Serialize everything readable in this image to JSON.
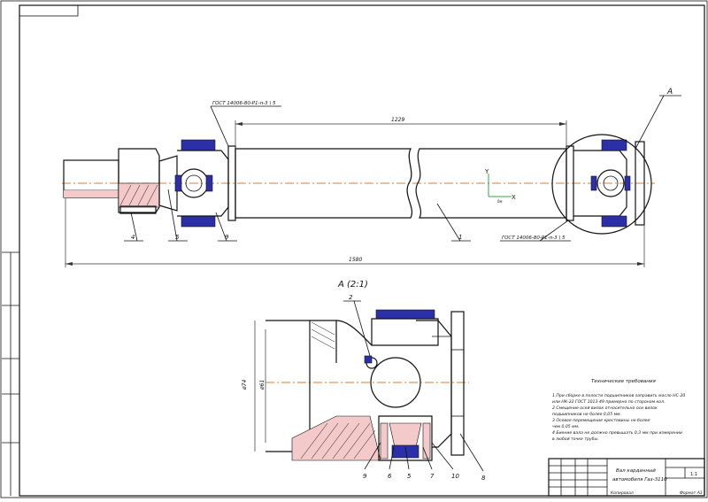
{
  "drawing": {
    "gost_callout_top": "ГОСТ 14006-80-Р1-п-3 \\ 5",
    "gost_callout_bottom": "ГОСТ 14006-80-Р1-п-3 \\ 5",
    "view_label": "А",
    "detail_title": "А (2:1)",
    "dim_top": "1229",
    "dim_overall": "1580",
    "dim_d74": "ø74",
    "dim_d61": "ø61",
    "coord_x": "X",
    "coord_y": "Y",
    "coord_o": "0м",
    "callouts_main": [
      "4",
      "5",
      "9",
      "1"
    ],
    "callouts_detail": [
      "2",
      "9",
      "6",
      "5",
      "7",
      "10",
      "8"
    ]
  },
  "tech_requirements": {
    "title": "Технические требования",
    "lines": [
      "1 При сборке в полости подшипников заправить масло НС-20",
      "или НК-22 ГОСТ 1013-49 примерно по сторонам кол.",
      "2 Смещение осей вилок относительно оси вилок",
      "подшипников не более 0,05 мм.",
      "3 Осевое перемещение крестовины не более",
      "чем 0,05 мм.",
      "4 Биение вала не должно превышать 0,3 мм при измерении",
      "в любой точке трубы."
    ]
  },
  "title_block": {
    "name_line1": "Вал карданный",
    "name_line2": "автомобиля Газ-3110",
    "sheet": "1:1",
    "bottom_left": "Копировал",
    "bottom_right": "Формат А3"
  }
}
